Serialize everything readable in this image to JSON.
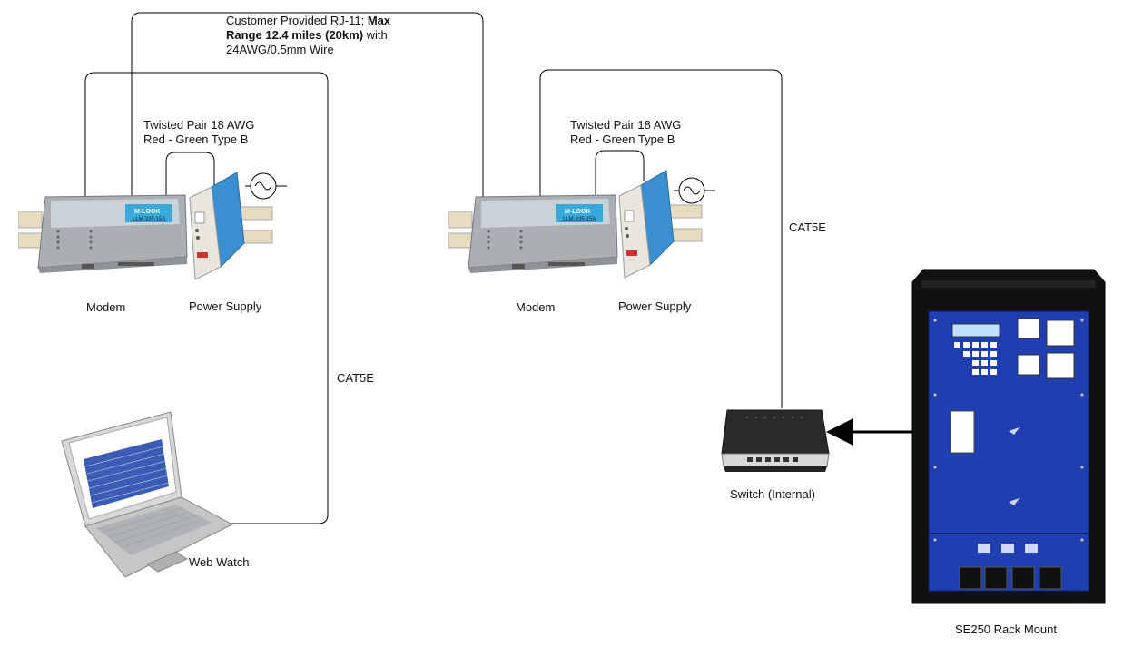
{
  "rj11_label": {
    "part1": "Customer Provided RJ-11; ",
    "part2_bold": "Max",
    "line2_bold": "Range 12.4 miles (20km)",
    "line2_rest": " with",
    "line3": "24AWG/0.5mm Wire"
  },
  "twisted_pair": {
    "line1": "Twisted Pair 18 AWG",
    "line2": "Red - Green Type B"
  },
  "modem_label": "Modem",
  "modem_brand": "M-LOOK",
  "modem_model": "LLM-335-15A",
  "power_supply_label": "Power Supply",
  "cat5e_label": "CAT5E",
  "web_watch_label": "Web Watch",
  "switch_label": "Switch (Internal)",
  "rack_label": "SE250 Rack Mount",
  "colors": {
    "rack_blue": "#1f3fb0",
    "psu_blue": "#3a8fd0",
    "wire": "#000000"
  }
}
